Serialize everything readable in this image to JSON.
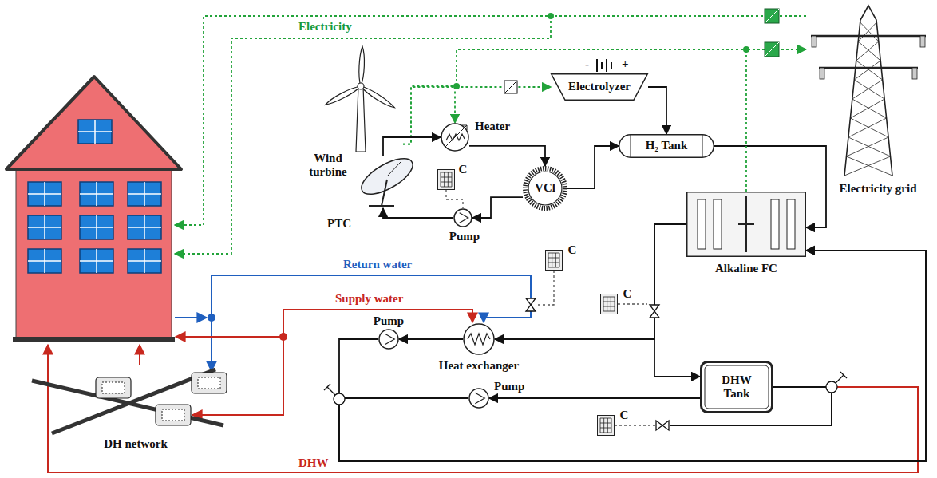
{
  "diagram": {
    "nodes": [
      {
        "text": [
          "Wind turbine"
        ]
      },
      {
        "text": [
          "Electrolyzer"
        ]
      },
      {
        "text": [
          "Heater"
        ]
      },
      {
        "text": [
          "H₂ Tank"
        ]
      },
      {
        "text": [
          "PTC"
        ]
      },
      {
        "text": [
          "VCl"
        ]
      },
      {
        "text": [
          "C"
        ]
      },
      {
        "text": [
          "Pump"
        ]
      },
      {
        "text": [
          "Alkaline FC"
        ]
      },
      {
        "text": [
          "Electricity grid"
        ]
      },
      {
        "text": [
          "C"
        ]
      },
      {
        "text": [
          "C"
        ]
      },
      {
        "text": [
          "Pump"
        ]
      },
      {
        "text": [
          "Heat exchanger"
        ]
      },
      {
        "text": [
          "DHW Tank"
        ]
      },
      {
        "text": [
          "Pump"
        ]
      },
      {
        "text": [
          "C"
        ]
      },
      {
        "text": [
          "DH network"
        ]
      }
    ],
    "edges": [
      {
        "from": 0,
        "to": 2,
        "arrow": "to"
      },
      {
        "from": 0,
        "to": 1,
        "arrow": "to"
      },
      {
        "from": 1,
        "to": 3,
        "arrow": "to"
      },
      {
        "from": 4,
        "to": 2,
        "arrow": "to"
      },
      {
        "from": 2,
        "to": 5,
        "arrow": "to"
      },
      {
        "from": 5,
        "to": 7,
        "arrow": "to"
      },
      {
        "from": 7,
        "to": 4,
        "arrow": "to"
      },
      {
        "from": 5,
        "to": 3,
        "arrow": "to"
      },
      {
        "from": 3,
        "to": 8,
        "arrow": "to"
      },
      {
        "from": 6,
        "to": 7,
        "arrow": "none"
      },
      {
        "from": 8,
        "to": 9,
        "arrow": "to"
      },
      {
        "from": 8,
        "to": 14,
        "arrow": "to"
      },
      {
        "from": 8,
        "to": 13,
        "arrow": "to"
      },
      {
        "from": 13,
        "to": 12,
        "arrow": "to"
      },
      {
        "from": 12,
        "to": 8,
        "arrow": "to"
      },
      {
        "from": 14,
        "to": 15,
        "arrow": "to"
      },
      {
        "from": 15,
        "to": 8,
        "arrow": "to"
      }
    ],
    "labels": [
      "Electricity",
      "Return water",
      "Supply water",
      "DHW",
      "-",
      "+"
    ]
  }
}
